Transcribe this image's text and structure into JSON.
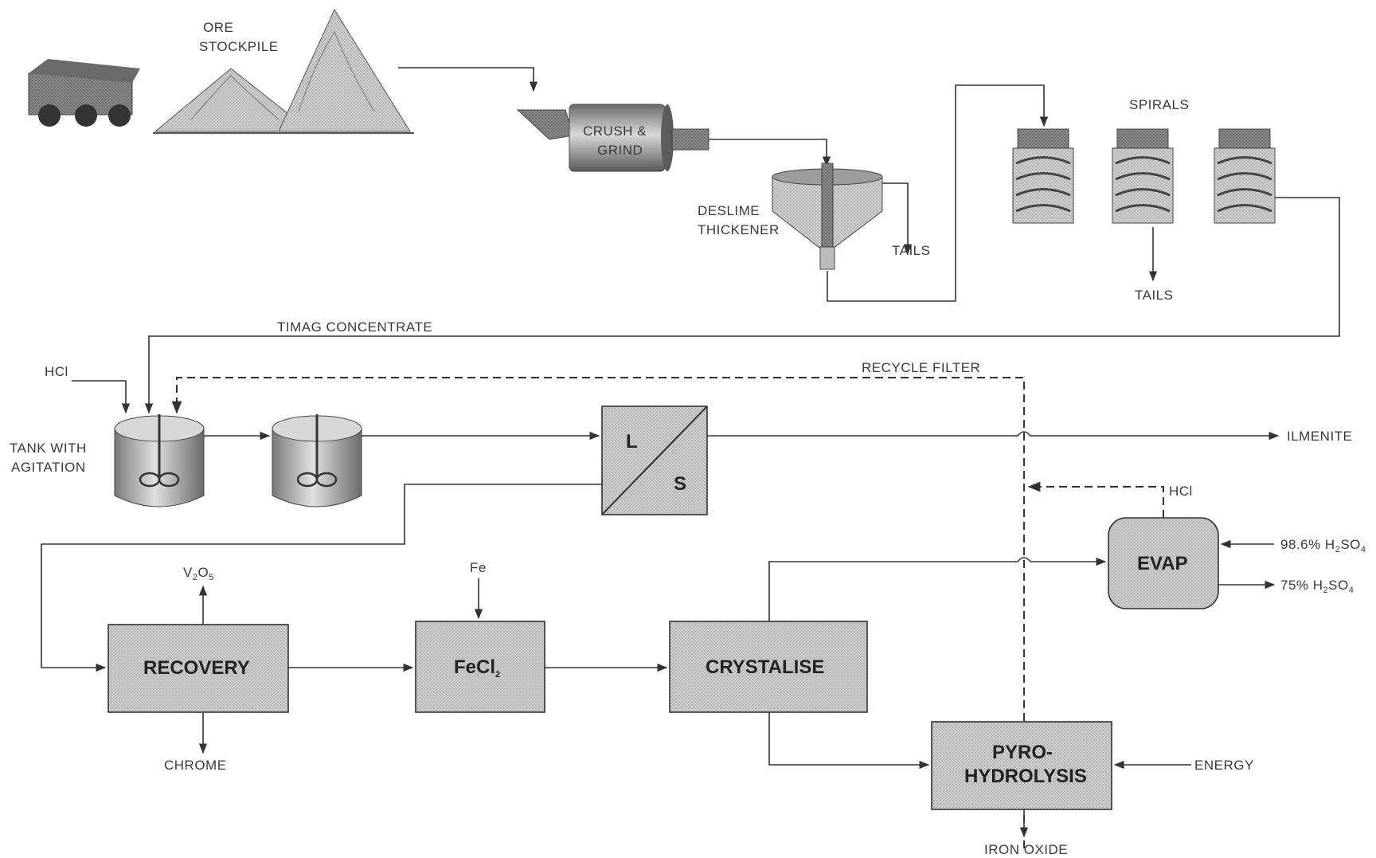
{
  "labels": {
    "ore_stockpile_1": "ORE",
    "ore_stockpile_2": "STOCKPILE",
    "crush_1": "CRUSH &",
    "crush_2": "GRIND",
    "deslime_1": "DESLIME",
    "deslime_2": "THICKENER",
    "tails_deslime": "TAILS",
    "spirals": "SPIRALS",
    "tails_spirals": "TAILS",
    "timag": "TIMAG CONCENTRATE",
    "hcl_top": "HCl",
    "recycle_filter": "RECYCLE FILTER",
    "tank_1": "TANK WITH",
    "tank_2": "AGITATION",
    "filter_l": "L",
    "filter_s": "S",
    "ilmenite": "ILMENITE",
    "hcl_evap": "HCl",
    "evap": "EVAP",
    "h2so4_in_a": "98.6% H",
    "h2so4_in_b": "2",
    "h2so4_in_c": "SO",
    "h2so4_in_d": "4",
    "h2so4_out_a": "75% H",
    "h2so4_out_b": "2",
    "h2so4_out_c": "SO",
    "h2so4_out_d": "4",
    "v2o5_a": "V",
    "v2o5_b": "2",
    "v2o5_c": "O",
    "v2o5_d": "5",
    "fe": "Fe",
    "recovery": "RECOVERY",
    "fecl2_a": "FeCl",
    "fecl2_b": "2",
    "crystalise": "CRYSTALISE",
    "chrome": "CHROME",
    "pyro_1": "PYRO-",
    "pyro_2": "HYDROLYSIS",
    "energy": "ENERGY",
    "iron_oxide": "IRON OXIDE"
  },
  "colors": {
    "box_fill": "#c8c8c8",
    "line": "#333333",
    "mountain": "#a9a9a9",
    "truck": "#555555"
  }
}
